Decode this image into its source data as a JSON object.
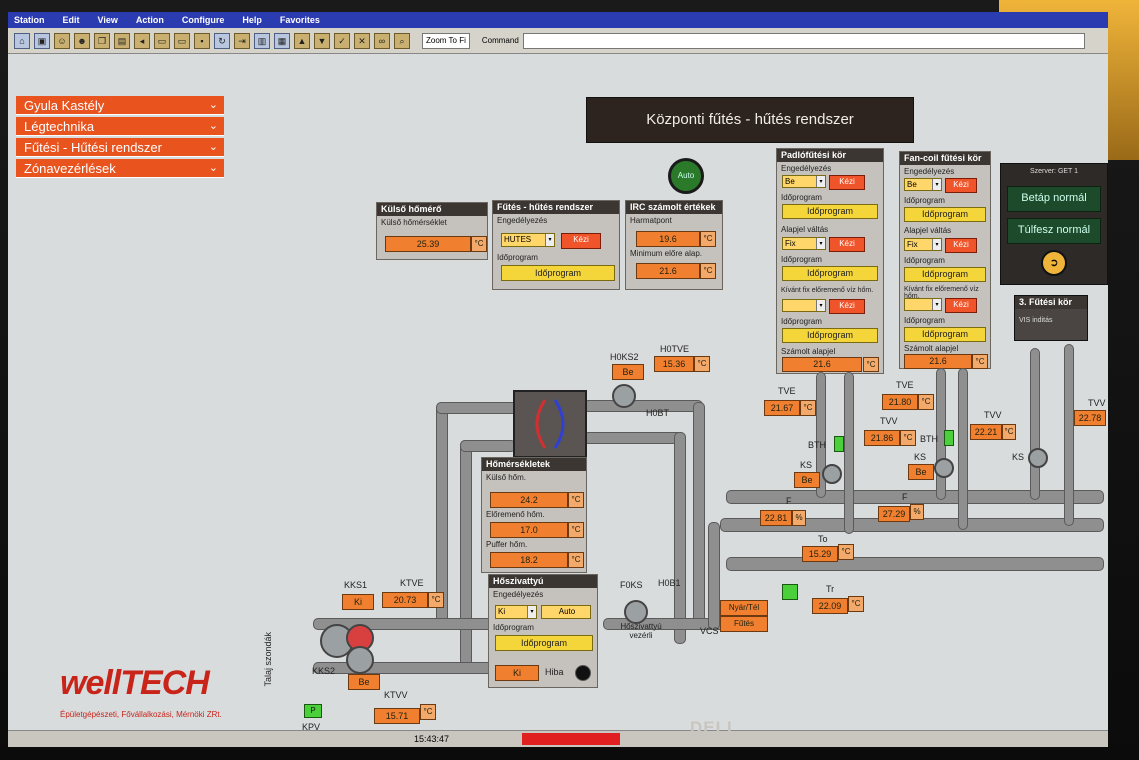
{
  "menu": [
    "Station",
    "Edit",
    "View",
    "Action",
    "Configure",
    "Help",
    "Favorites"
  ],
  "toolbar": {
    "zoom": "Zoom To Fi",
    "command_label": "Command"
  },
  "nav": [
    {
      "label": "Gyula Kastély"
    },
    {
      "label": "Légtechnika"
    },
    {
      "label": "Fűtési - Hűtési rendszer"
    },
    {
      "label": "Zónavezérlések"
    }
  ],
  "main_title": "Központi fűtés - hűtés rendszer",
  "auto_label": "Auto",
  "kulso": {
    "title": "Külső hőmérő",
    "label": "Külső hőmérséklet",
    "value": "25.39",
    "unit": "°C"
  },
  "futes": {
    "title": "Fűtés - hűtés rendszer",
    "enable_label": "Engedélyezés",
    "mode": "HUTES",
    "manual": "Kézi",
    "prog_label": "Időprogram",
    "prog": "Időprogram"
  },
  "irc": {
    "title": "IRC számolt értékek",
    "harmat_label": "Harmatpont",
    "harmat": "19.6",
    "min_label": "Minimum előre alap.",
    "min": "21.6",
    "unit": "°C"
  },
  "padlo": {
    "title": "Padlófűtési kör",
    "enable_label": "Engedélyezés",
    "enable": "Be",
    "manual": "Kézi",
    "prog_label": "Időprogram",
    "prog": "Időprogram",
    "alap_label": "Alapjel váltás",
    "alap": "Fix",
    "alap_manual": "Kézi",
    "prog2_label": "Időprogram",
    "prog2": "Időprogram",
    "kivant_label": "Kívánt fix előremenő víz hőm.",
    "kivant_manual": "Kézi",
    "prog3_label": "Időprogram",
    "prog3": "Időprogram",
    "szamolt_label": "Számolt alapjel",
    "szamolt": "21.6",
    "unit": "°C"
  },
  "fancoil": {
    "title": "Fan-coil fűtési kör",
    "enable_label": "Engedélyezés",
    "enable": "Be",
    "manual": "Kézi",
    "prog_label": "Időprogram",
    "prog": "Időprogram",
    "alap_label": "Alapjel váltás",
    "alap": "Fix",
    "alap_manual": "Kézi",
    "prog2_label": "Időprogram",
    "prog2": "Időprogram",
    "kivant_label": "Kívánt fix előremenő víz hőm.",
    "kivant_manual": "Kézi",
    "prog3_label": "Időprogram",
    "prog3": "Időprogram",
    "szamolt_label": "Számolt alapjel",
    "szamolt": "21.6",
    "unit": "°C"
  },
  "szerver": {
    "title": "Szerver: GET 1",
    "btn1": "Betáp normál",
    "btn2": "Túlfesz normál"
  },
  "kor3": {
    "title": "3. Fűtési kör",
    "text": "VIS inditás"
  },
  "homersekletek": {
    "title": "Hőmérsékletek",
    "kulso_label": "Külső hőm.",
    "kulso": "24.2",
    "elore_label": "Előremenő hőm.",
    "elore": "17.0",
    "puffer_label": "Puffer hőm.",
    "puffer": "18.2",
    "unit": "°C"
  },
  "hoszivattyu": {
    "title": "Hőszivattyú",
    "enable_label": "Engedélyezés",
    "enable": "Ki",
    "mode": "Auto",
    "prog_label": "Időprogram",
    "prog": "Időprogram",
    "btn": "Ki",
    "hiba": "Hiba"
  },
  "diagram": {
    "hoks2": "H0KS2",
    "hoks2_val": "Be",
    "hotve": "H0TVE",
    "hotve_val": "15.36",
    "hobt": "H0BT",
    "kks1": "KKS1",
    "kks1_val": "Ki",
    "ktve": "KTVE",
    "ktve_val": "20.73",
    "kks2": "KKS2",
    "kks2_val": "Be",
    "ktvv": "KTVV",
    "ktvv_val": "15.71",
    "kpv": "KPV",
    "kpv_val": "P",
    "talaj": "Talaj szondák",
    "foks": "F0KS",
    "hob1": "H0B1",
    "hoszv_label": "Hőszivattyú vezérli",
    "vcs": "VCS",
    "nyar": "Nyár/Tél",
    "futes": "Fűtés",
    "tve1": "TVE",
    "tve1_val": "21.67",
    "bth1": "BTH",
    "ks1": "KS",
    "ks1_val": "Be",
    "tvv1": "TVV",
    "tvv1_val": "21.86",
    "f1": "F",
    "f1_val": "22.81",
    "f1_unit": "%",
    "to": "To",
    "to_val": "15.29",
    "tve2": "TVE",
    "tve2_val": "21.80",
    "bth2": "BTH",
    "ks2": "KS",
    "ks2_val": "Be",
    "tvv2": "TVV",
    "tvv2_val": "22.21",
    "f2": "F",
    "f2_val": "27.29",
    "f2_unit": "%",
    "tvv3": "TVV",
    "tvv3_val": "22.78",
    "ks3": "KS",
    "tr": "Tr",
    "tr_val": "22.09",
    "unit": "°C"
  },
  "logo": {
    "brand": "wellTECH",
    "subtitle": "Épületgépészeti, Fővállalkozási, Mérnöki ZRt."
  },
  "status": {
    "time": "15:43:47"
  },
  "monitor": {
    "brand": "DELL"
  }
}
